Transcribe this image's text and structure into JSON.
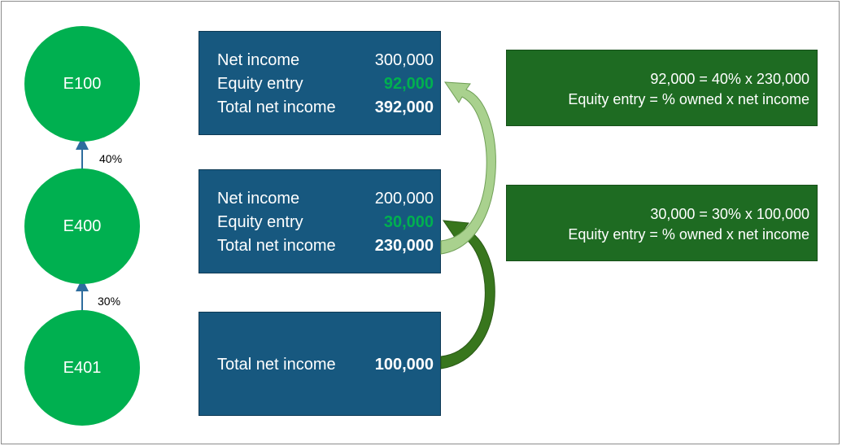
{
  "entities": [
    {
      "id": "e100",
      "label": "E100"
    },
    {
      "id": "e400",
      "label": "E400"
    },
    {
      "id": "e401",
      "label": "E401"
    }
  ],
  "ownership": [
    {
      "from": "E400",
      "to": "E100",
      "pct": "40%"
    },
    {
      "from": "E401",
      "to": "E400",
      "pct": "30%"
    }
  ],
  "boxes": {
    "e100": {
      "net_income_label": "Net income",
      "net_income_value": "300,000",
      "equity_label": "Equity entry",
      "equity_value": "92,000",
      "total_label": "Total net income",
      "total_value": "392,000"
    },
    "e400": {
      "net_income_label": "Net income",
      "net_income_value": "200,000",
      "equity_label": "Equity entry",
      "equity_value": "30,000",
      "total_label": "Total net income",
      "total_value": "230,000"
    },
    "e401": {
      "total_label": "Total net income",
      "total_value": "100,000"
    }
  },
  "notes": [
    {
      "line1": "92,000 = 40% x 230,000",
      "line2": "Equity entry = % owned x net income"
    },
    {
      "line1": "30,000 = 30% x 100,000",
      "line2": "Equity entry = % owned x net income"
    }
  ],
  "colors": {
    "node_green": "#00b050",
    "box_blue": "#17587f",
    "note_green": "#1e6b22",
    "arrow_light": "#a9d18e",
    "arrow_dark": "#38761d",
    "ownership_arrow": "#2e6d9e"
  }
}
